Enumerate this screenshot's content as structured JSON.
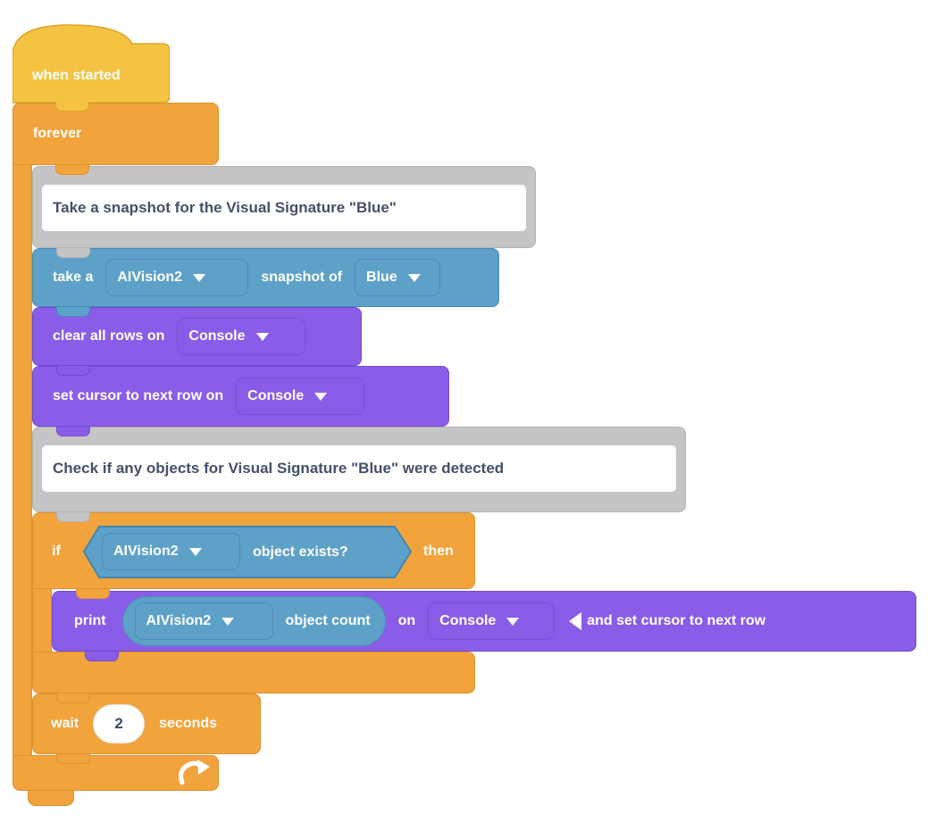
{
  "palette": {
    "events_gold": "#F5C342",
    "control_orange": "#F2A33C",
    "sensing_blue": "#5EA1C8",
    "console_purple": "#8A5DE8",
    "comment_gray": "#C5C5C5"
  },
  "hat": {
    "label": "when started"
  },
  "forever": {
    "label": "forever"
  },
  "comments": [
    {
      "text": "Take a snapshot for the Visual Signature \"Blue\""
    },
    {
      "text": "Check if any objects for Visual Signature \"Blue\" were detected"
    }
  ],
  "take_snapshot": {
    "label_prefix": "take a",
    "camera": "AIVision2",
    "label_middle": "snapshot of",
    "signature": "Blue"
  },
  "clear_rows": {
    "label": "clear all rows on",
    "target": "Console"
  },
  "set_cursor": {
    "label": "set cursor to next row on",
    "target": "Console"
  },
  "if_block": {
    "label_if": "if",
    "camera": "AIVision2",
    "condition": "object exists?",
    "label_then": "then"
  },
  "print_block": {
    "label_verb": "print",
    "camera": "AIVision2",
    "reporter": "object count",
    "label_on": "on",
    "target": "Console",
    "label_suffix": "and set cursor to next row"
  },
  "wait_block": {
    "label_verb": "wait",
    "duration": "2",
    "label_unit": "seconds"
  }
}
